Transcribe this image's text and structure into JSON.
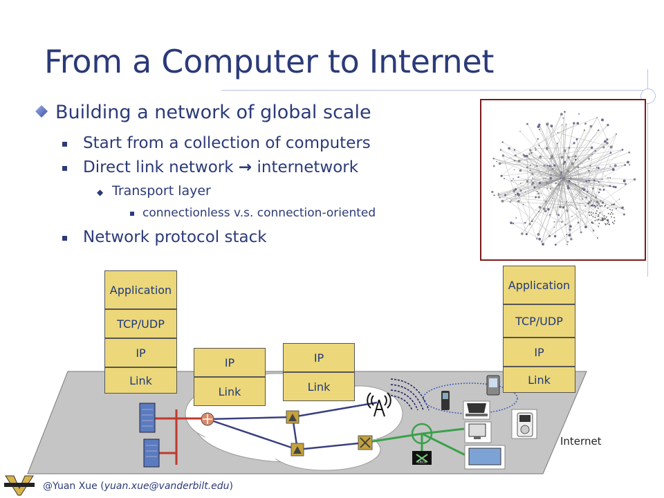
{
  "slide": {
    "title": "From a Computer to Internet",
    "bullets": {
      "b1": "Building a network of global scale",
      "b2": "Start from a collection of computers",
      "b3_pre": "Direct link network ",
      "b3_arrow": "→",
      "b3_post": " internetwork",
      "b4": "Transport layer",
      "b5": "connectionless v.s. connection-oriented",
      "b6": "Network protocol stack"
    },
    "stacks": {
      "s1": [
        "Application",
        "TCP/UDP",
        "IP",
        "Link"
      ],
      "s2": [
        "IP",
        "Link"
      ],
      "s3": [
        "IP",
        "Link"
      ],
      "s4": [
        "Application",
        "TCP/UDP",
        "IP",
        "Link"
      ]
    },
    "diagram": {
      "internet_label": "Internet",
      "xbox_label": "XBOX"
    },
    "footer": {
      "author": "@Yuan Xue (",
      "email": "yuan.xue@vanderbilt.edu",
      "close": ")"
    },
    "colors": {
      "title": "#2b3a78",
      "layer_fill": "#ecd77a",
      "graph_border": "#7a1a1a",
      "platform": "#c5c5c5"
    }
  }
}
